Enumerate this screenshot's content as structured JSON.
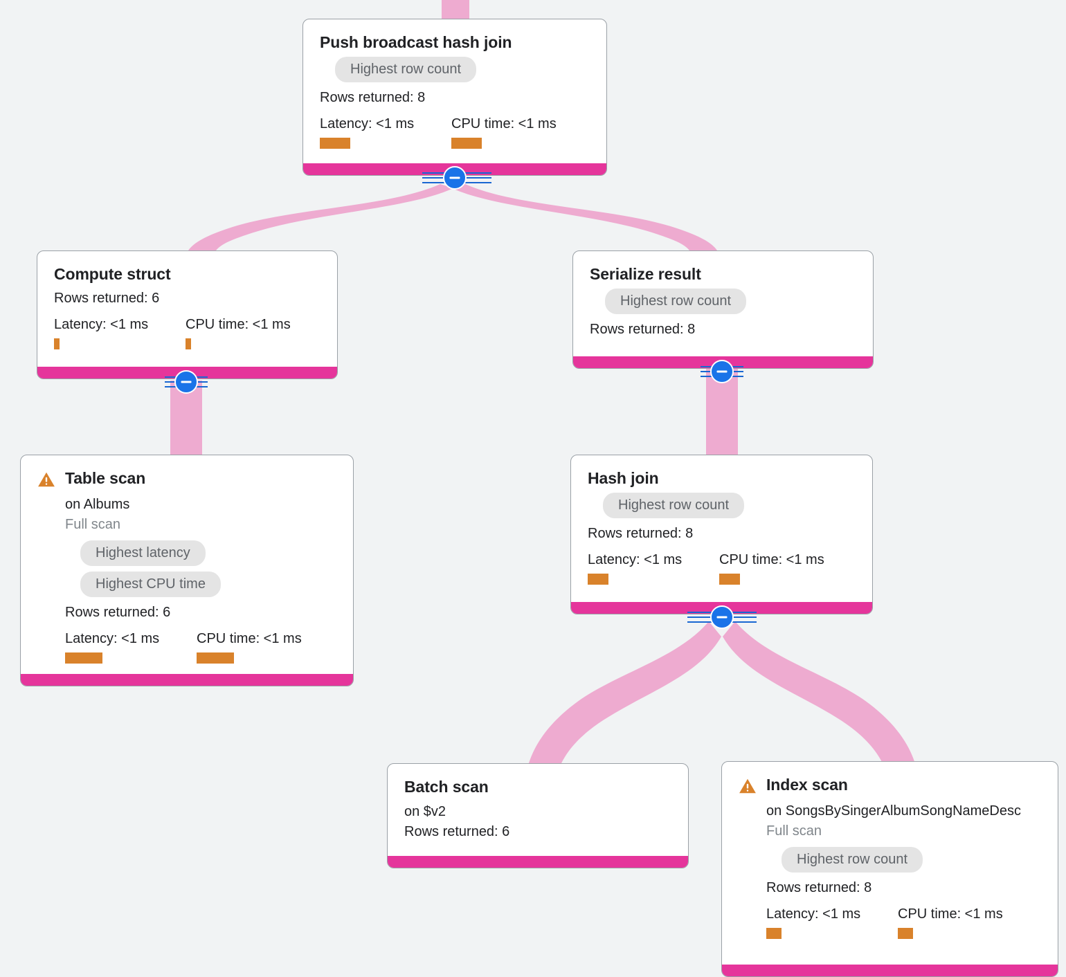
{
  "diagram": {
    "type": "query-execution-plan",
    "background_color": "#f1f3f4",
    "accent_colors": {
      "node_footer": "#e5359b",
      "edge": "#eeabd0",
      "metric_bar": "#d9822b",
      "collapse_button": "#1a73e8",
      "warning_icon": "#d9822b",
      "chip_background": "#e4e4e4",
      "chip_text": "#5f6368"
    }
  },
  "labels": {
    "rows_returned_prefix": "Rows returned:",
    "latency_prefix": "Latency:",
    "cpu_prefix": "CPU time:"
  },
  "nodes": [
    {
      "id": "push-broadcast-hash-join",
      "title": "Push broadcast hash join",
      "subtitle": null,
      "scan_type": null,
      "warning": false,
      "chips": [
        "Highest row count"
      ],
      "rows_returned": "Rows returned: 8",
      "latency": "Latency: <1 ms",
      "cpu_time": "CPU time: <1 ms",
      "has_metrics": true,
      "latency_bar_width": 44,
      "cpu_bar_width": 44,
      "collapse_icon": "minus-circle-icon"
    },
    {
      "id": "compute-struct",
      "title": "Compute struct",
      "subtitle": null,
      "scan_type": null,
      "warning": false,
      "chips": [],
      "rows_returned": "Rows returned: 6",
      "latency": "Latency: <1 ms",
      "cpu_time": "CPU time: <1 ms",
      "has_metrics": true,
      "latency_bar_width": 8,
      "cpu_bar_width": 8,
      "collapse_icon": "minus-circle-icon"
    },
    {
      "id": "serialize-result",
      "title": "Serialize result",
      "subtitle": null,
      "scan_type": null,
      "warning": false,
      "chips": [
        "Highest row count"
      ],
      "rows_returned": "Rows returned: 8",
      "latency": null,
      "cpu_time": null,
      "has_metrics": false,
      "collapse_icon": "minus-circle-icon"
    },
    {
      "id": "table-scan",
      "title": "Table scan",
      "subtitle": "on Albums",
      "scan_type": "Full scan",
      "warning": true,
      "chips": [
        "Highest latency",
        "Highest CPU time"
      ],
      "rows_returned": "Rows returned: 6",
      "latency": "Latency: <1 ms",
      "cpu_time": "CPU time: <1 ms",
      "has_metrics": true,
      "latency_bar_width": 54,
      "cpu_bar_width": 54,
      "collapse_icon": null
    },
    {
      "id": "hash-join",
      "title": "Hash join",
      "subtitle": null,
      "scan_type": null,
      "warning": false,
      "chips": [
        "Highest row count"
      ],
      "rows_returned": "Rows returned: 8",
      "latency": "Latency: <1 ms",
      "cpu_time": "CPU time: <1 ms",
      "has_metrics": true,
      "latency_bar_width": 30,
      "cpu_bar_width": 30,
      "collapse_icon": "minus-circle-icon"
    },
    {
      "id": "batch-scan",
      "title": "Batch scan",
      "subtitle": "on $v2",
      "scan_type": null,
      "warning": false,
      "chips": [],
      "rows_returned": "Rows returned: 6",
      "latency": null,
      "cpu_time": null,
      "has_metrics": false,
      "collapse_icon": null
    },
    {
      "id": "index-scan",
      "title": "Index scan",
      "subtitle": "on SongsBySingerAlbumSongNameDesc",
      "scan_type": "Full scan",
      "warning": true,
      "chips": [
        "Highest row count"
      ],
      "rows_returned": "Rows returned: 8",
      "latency": "Latency: <1 ms",
      "cpu_time": "CPU time: <1 ms",
      "has_metrics": true,
      "latency_bar_width": 22,
      "cpu_bar_width": 22,
      "collapse_icon": null
    }
  ],
  "edges": [
    {
      "from": "incoming",
      "to": "push-broadcast-hash-join"
    },
    {
      "from": "push-broadcast-hash-join",
      "to": "compute-struct"
    },
    {
      "from": "push-broadcast-hash-join",
      "to": "serialize-result"
    },
    {
      "from": "compute-struct",
      "to": "table-scan"
    },
    {
      "from": "serialize-result",
      "to": "hash-join"
    },
    {
      "from": "hash-join",
      "to": "batch-scan"
    },
    {
      "from": "hash-join",
      "to": "index-scan"
    }
  ]
}
